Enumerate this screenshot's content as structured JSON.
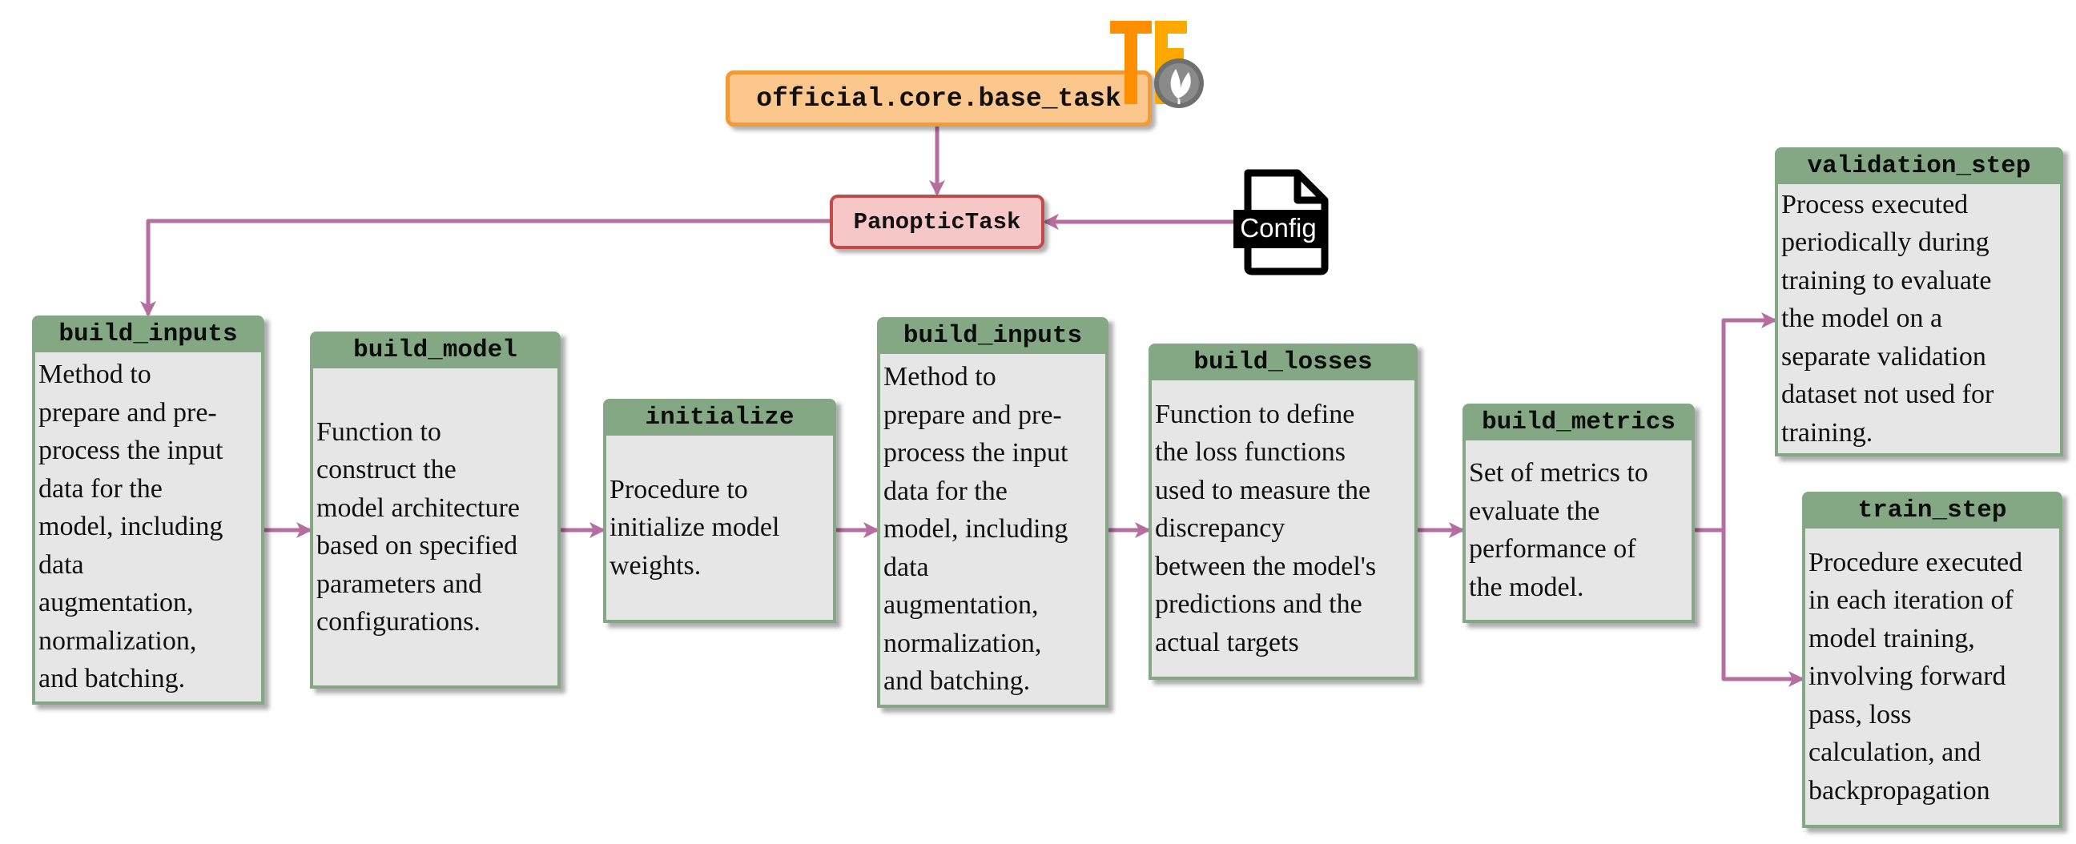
{
  "colors": {
    "header_green": "#83a883",
    "box_fill": "#e6e6e6",
    "arrow": "#b66ea1",
    "orange_fill": "#fcc78c",
    "orange_border": "#f29a33",
    "pink_fill": "#f7c6c6",
    "pink_border": "#c44a4a"
  },
  "icons": {
    "tensorflow": "tensorflow-logo-icon",
    "model_garden": "plant-badge-icon",
    "config": "config-document-icon"
  },
  "base_task": {
    "label": "official.core.base_task"
  },
  "task": {
    "label": "PanopticTask"
  },
  "config": {
    "label": "Config"
  },
  "steps": [
    {
      "id": "build_inputs_1",
      "title": "build_inputs",
      "description": "Method to\nprepare and pre-\nprocess the input\ndata for the\nmodel, including\ndata\naugmentation,\nnormalization,\nand batching."
    },
    {
      "id": "build_model",
      "title": "build_model",
      "description": "Function to\nconstruct the\nmodel architecture\nbased on specified\nparameters and\nconfigurations."
    },
    {
      "id": "initialize",
      "title": "initialize",
      "description": "Procedure to\ninitialize model\nweights."
    },
    {
      "id": "build_inputs_2",
      "title": "build_inputs",
      "description": "Method to\nprepare and pre-\nprocess the input\ndata for the\nmodel, including\ndata\naugmentation,\nnormalization,\nand batching."
    },
    {
      "id": "build_losses",
      "title": "build_losses",
      "description": "Function to define\nthe loss functions\nused to measure the\ndiscrepancy\nbetween the model's\npredictions and the\nactual targets"
    },
    {
      "id": "build_metrics",
      "title": "build_metrics",
      "description": "Set of metrics to\nevaluate the\nperformance of\nthe model."
    },
    {
      "id": "validation_step",
      "title": "validation_step",
      "description": "Process executed\nperiodically during\ntraining to evaluate\nthe model on a\nseparate validation\ndataset not used for\ntraining."
    },
    {
      "id": "train_step",
      "title": "train_step",
      "description": "Procedure executed\nin each iteration of\nmodel training,\ninvolving forward\npass, loss\ncalculation, and\nbackpropagation"
    }
  ],
  "edges": [
    [
      "base_task",
      "task"
    ],
    [
      "config",
      "task"
    ],
    [
      "task",
      "build_inputs_1"
    ],
    [
      "build_inputs_1",
      "build_model"
    ],
    [
      "build_model",
      "initialize"
    ],
    [
      "initialize",
      "build_inputs_2"
    ],
    [
      "build_inputs_2",
      "build_losses"
    ],
    [
      "build_losses",
      "build_metrics"
    ],
    [
      "build_metrics",
      "validation_step"
    ],
    [
      "build_metrics",
      "train_step"
    ]
  ]
}
